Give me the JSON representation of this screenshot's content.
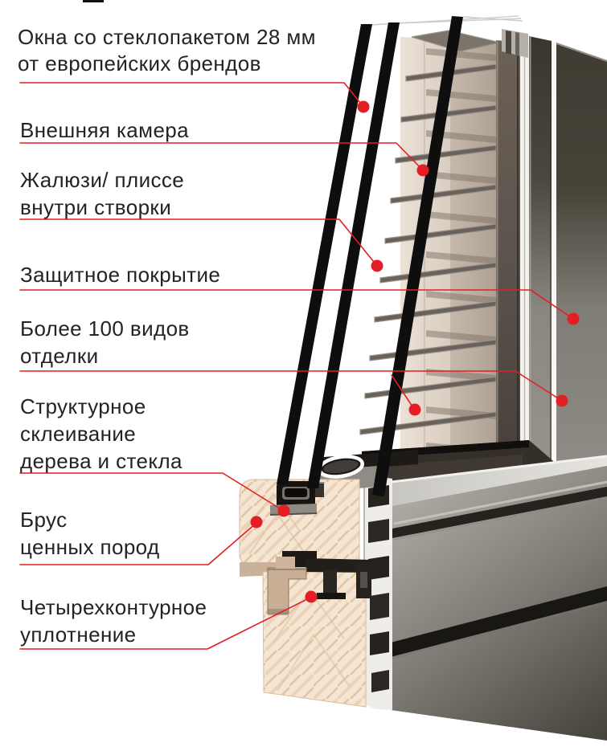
{
  "colors": {
    "accent": "#e31e24",
    "text": "#232323",
    "background": "#ffffff"
  },
  "labels": [
    {
      "id": "glazing-unit",
      "lines": [
        "Окна со стеклопакетом 28 мм",
        "от европейских брендов"
      ]
    },
    {
      "id": "outer-chamber",
      "lines": [
        "Внешняя камера"
      ]
    },
    {
      "id": "blinds",
      "lines": [
        "Жалюзи/ плиссе",
        "внутри створки"
      ]
    },
    {
      "id": "protective-coating",
      "lines": [
        "Защитное покрытие"
      ]
    },
    {
      "id": "finish-types",
      "lines": [
        "Более 100 видов",
        "отделки"
      ]
    },
    {
      "id": "structural-glue",
      "lines": [
        "Структурное",
        "склеивание",
        "дерева и стекла"
      ]
    },
    {
      "id": "timber",
      "lines": [
        "Брус",
        "ценных пород"
      ]
    },
    {
      "id": "four-contour-seal",
      "lines": [
        "Четырехконтурное",
        "уплотнение"
      ]
    }
  ]
}
